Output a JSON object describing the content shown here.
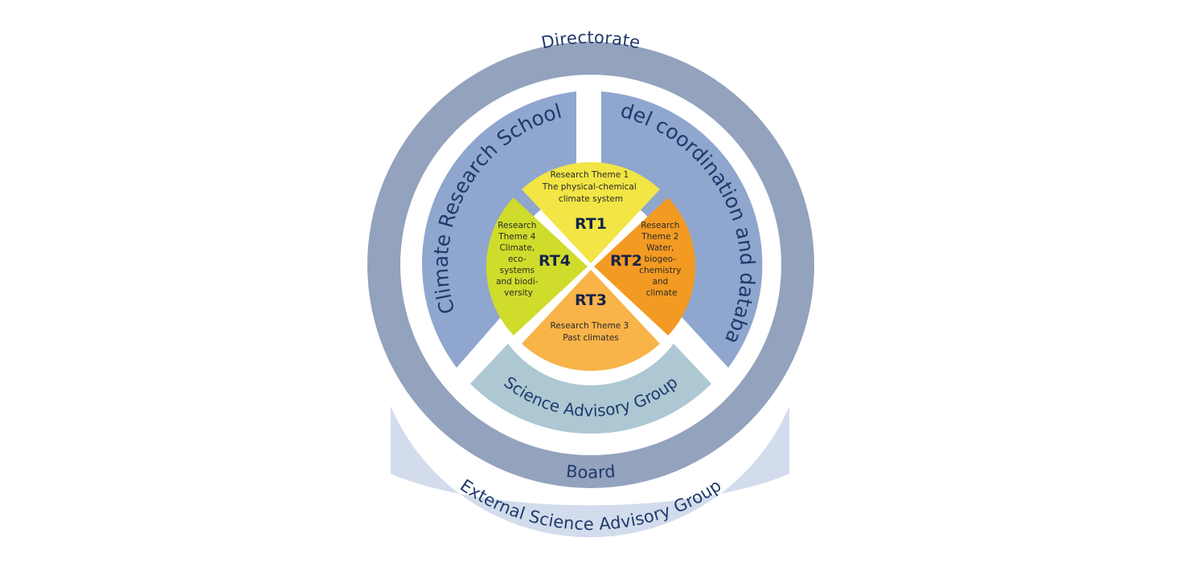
{
  "outer_ring": {
    "top_label": "Directorate",
    "bottom_label": "Board",
    "color": "#93a2bd"
  },
  "external_band": {
    "label": "External Science Advisory Group",
    "color": "#d3dcec"
  },
  "middle_ring": {
    "left_label": "Climate Research School",
    "right_label": "Model coordination and database",
    "color": "#8fa6cf"
  },
  "science_advisory_group": {
    "label": "Science Advisory Group",
    "color": "#adc7d3"
  },
  "research_themes": [
    {
      "code": "RT1",
      "lines": [
        "Research Theme 1",
        "The physical-chemical",
        "climate system"
      ],
      "color": "#f2e545"
    },
    {
      "code": "RT2",
      "lines": [
        "Research",
        "Theme 2",
        "Water,",
        "biogeo-",
        "chemistry",
        "and",
        "climate"
      ],
      "color": "#f39a22"
    },
    {
      "code": "RT3",
      "lines": [
        "Research Theme 3",
        "Past climates"
      ],
      "color": "#f8b349"
    },
    {
      "code": "RT4",
      "lines": [
        "Research",
        "Theme 4",
        "Climate,",
        "eco-",
        "systems",
        "and biodi-",
        "versity"
      ],
      "color": "#cfdc2b"
    }
  ]
}
